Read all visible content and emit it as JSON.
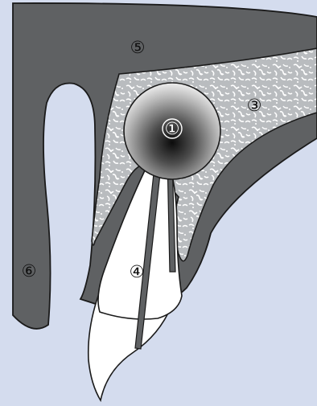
{
  "colors": {
    "background": "#d4dcee",
    "gum": "#5f6163",
    "outline": "#1a1a1a",
    "bone": "#b9bcbf",
    "bone_speckle": "#ffffff",
    "tooth": "#ffffff",
    "root_canal": "#5f6163"
  },
  "labels": {
    "l1": "①",
    "l3": "③",
    "l4": "④",
    "l5": "⑤",
    "l6": "⑥"
  }
}
